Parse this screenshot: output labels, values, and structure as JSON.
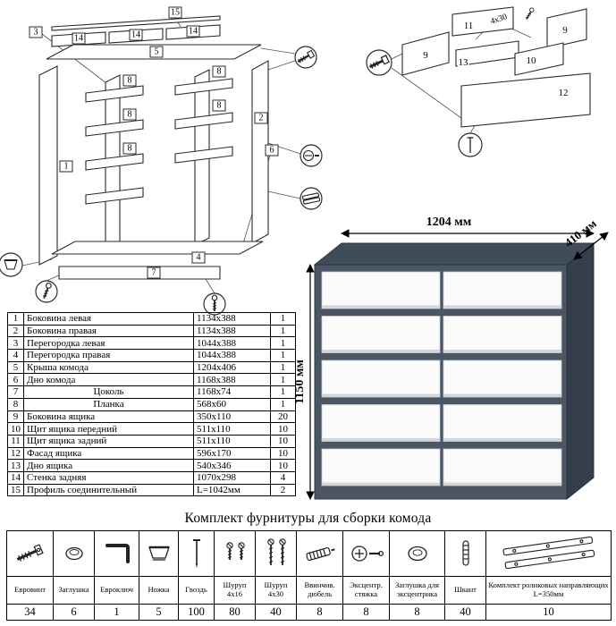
{
  "render": {
    "width_label": "1204 мм",
    "depth_label": "410 мм",
    "height_label": "1150 мм"
  },
  "exploded": {
    "labels": {
      "n1": "1",
      "n2": "2",
      "n3": "3",
      "n4": "4",
      "n5": "5",
      "n6": "6",
      "n7": "7",
      "n8": "8",
      "n14": "14",
      "n15": "15"
    }
  },
  "drawer": {
    "labels": {
      "n9": "9",
      "n10": "10",
      "n11": "11",
      "n12": "12",
      "n13": "13"
    },
    "screw_note": "4x30"
  },
  "parts_table": {
    "rows": [
      {
        "num": "1",
        "name": "Боковина левая",
        "size": "1134x388",
        "qty": "1"
      },
      {
        "num": "2",
        "name": "Боковина правая",
        "size": "1134x388",
        "qty": "1"
      },
      {
        "num": "3",
        "name": "Перегородка левая",
        "size": "1044x388",
        "qty": "1"
      },
      {
        "num": "4",
        "name": "Перегородка правая",
        "size": "1044x388",
        "qty": "1"
      },
      {
        "num": "5",
        "name": "Крыша комода",
        "size": "1204x406",
        "qty": "1"
      },
      {
        "num": "6",
        "name": "Дно комода",
        "size": "1168x388",
        "qty": "1"
      },
      {
        "num": "7",
        "name": "Цоколь",
        "size": "1168x74",
        "qty": "1"
      },
      {
        "num": "8",
        "name": "Планка",
        "size": "568x60",
        "qty": "1"
      },
      {
        "num": "9",
        "name": "Боковина ящика",
        "size": "350x110",
        "qty": "20"
      },
      {
        "num": "10",
        "name": "Щит ящика передний",
        "size": "511x110",
        "qty": "10"
      },
      {
        "num": "11",
        "name": "Щит ящика задний",
        "size": "511x110",
        "qty": "10"
      },
      {
        "num": "12",
        "name": "Фасад ящика",
        "size": "596x170",
        "qty": "10"
      },
      {
        "num": "13",
        "name": "Дно ящика",
        "size": "540x346",
        "qty": "10"
      },
      {
        "num": "14",
        "name": "Стенка задняя",
        "size": "1070x298",
        "qty": "4"
      },
      {
        "num": "15",
        "name": "Профиль соединительный",
        "size": "L=1042мм",
        "qty": "2"
      }
    ]
  },
  "hardware": {
    "title": "Комплект фурнитуры для сборки комода",
    "items": [
      {
        "name": "Евровинт",
        "qty": "34",
        "icon": "euro-screw-icon"
      },
      {
        "name": "Заглушка",
        "qty": "6",
        "icon": "plug-icon"
      },
      {
        "name": "Евроключ",
        "qty": "1",
        "icon": "hex-key-icon"
      },
      {
        "name": "Ножка",
        "qty": "5",
        "icon": "leg-icon"
      },
      {
        "name": "Гвоздь",
        "qty": "100",
        "icon": "nail-icon"
      },
      {
        "name": "Шуруп 4x16",
        "qty": "80",
        "icon": "screw-4x16-icon"
      },
      {
        "name": "Шуруп 4x30",
        "qty": "40",
        "icon": "screw-4x30-icon"
      },
      {
        "name": "Ввинчив. дюбель",
        "qty": "8",
        "icon": "threaded-dowel-icon"
      },
      {
        "name": "Эксцентр. стяжка",
        "qty": "8",
        "icon": "cam-lock-icon"
      },
      {
        "name": "Заглушка для эксцентрика",
        "qty": "8",
        "icon": "cam-cap-icon"
      },
      {
        "name": "Шкант",
        "qty": "40",
        "icon": "dowel-icon"
      },
      {
        "name": "Комплект роликовых направляющих L=350мм",
        "qty": "10",
        "icon": "roller-guides-icon"
      }
    ]
  }
}
